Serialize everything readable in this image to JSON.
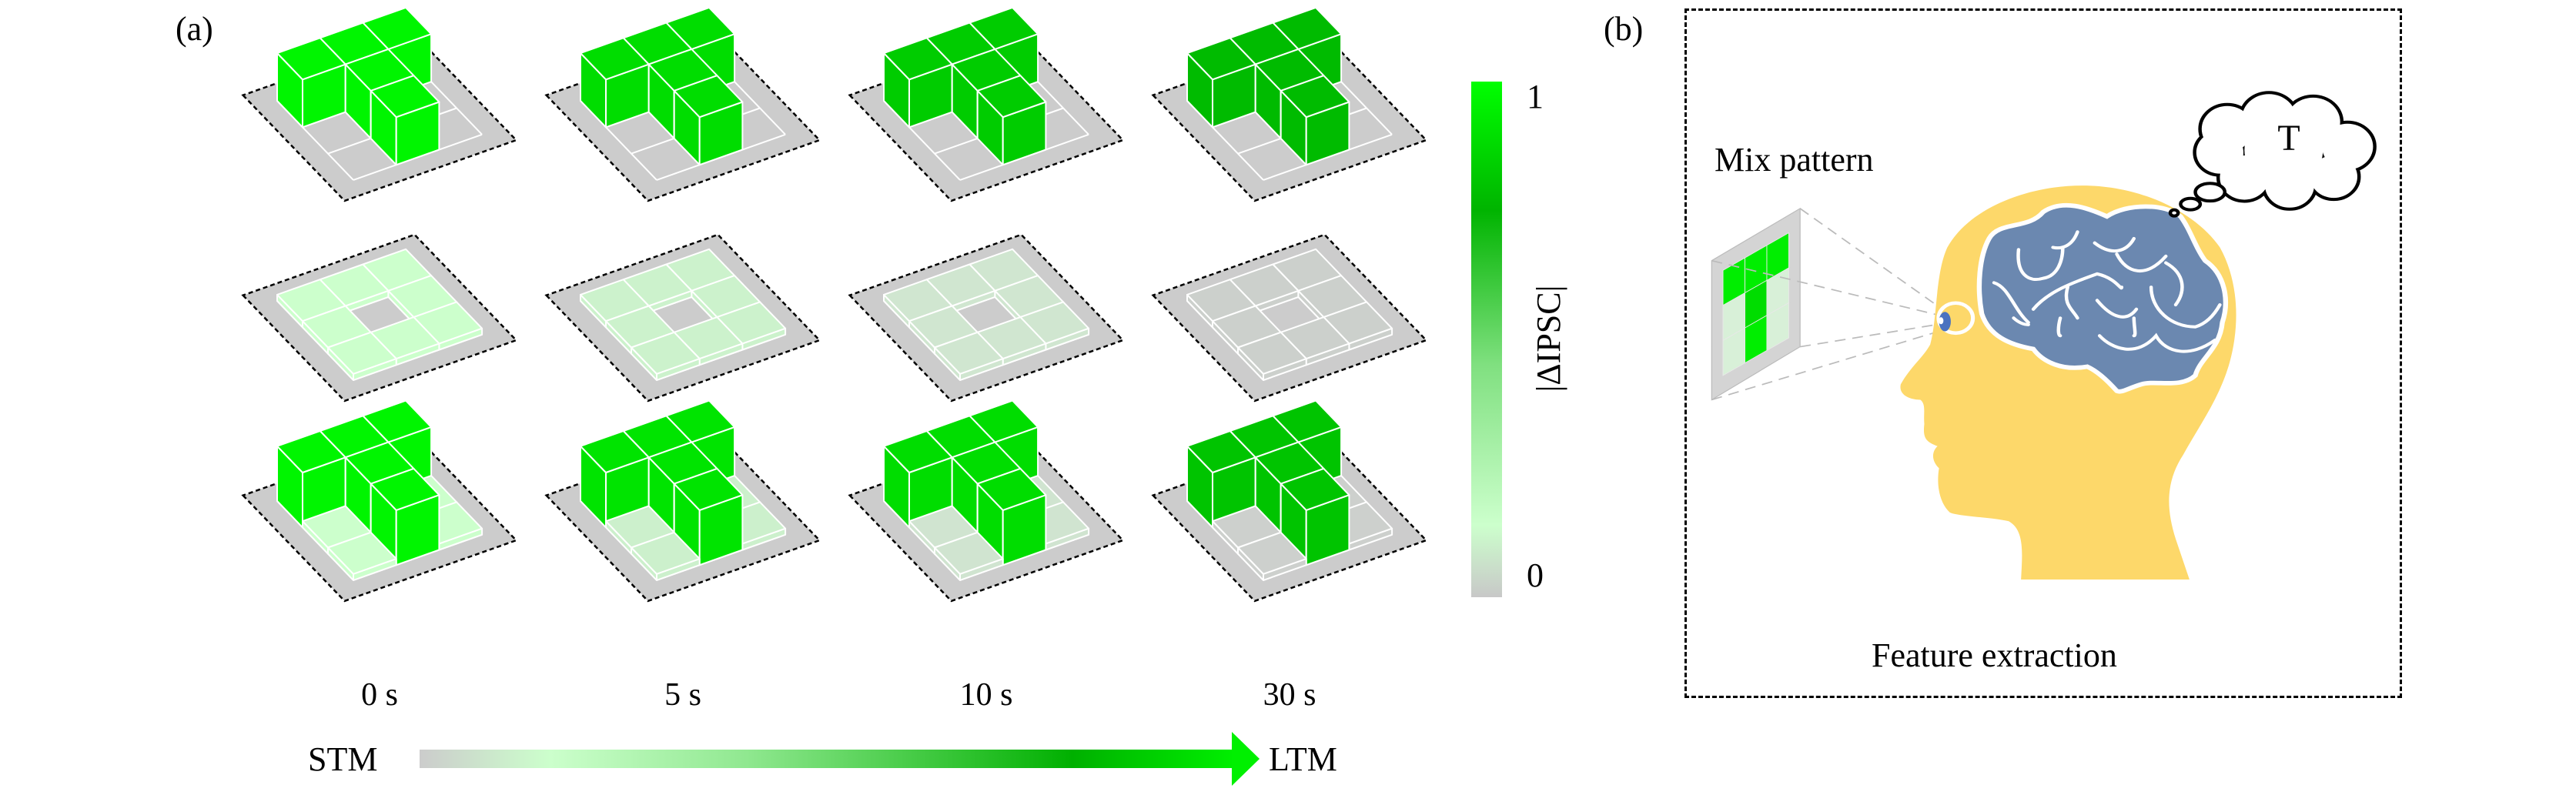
{
  "panel_a": {
    "label": "(a)",
    "times": [
      "0 s",
      "5 s",
      "10 s",
      "30 s"
    ],
    "colorbar": {
      "label": "|ΔIPSC|",
      "max": "1",
      "min": "0"
    },
    "arrow": {
      "start": "STM",
      "end": "LTM"
    },
    "pattern_cells": [
      [
        0,
        0
      ],
      [
        0,
        1
      ],
      [
        0,
        2
      ],
      [
        1,
        1
      ],
      [
        2,
        1
      ]
    ],
    "colors": {
      "plate": "#cccccc",
      "row1_cubes": [
        "#00f500",
        "#00dd00",
        "#00cc00",
        "#00bb00"
      ],
      "row2_tiles": [
        "#ccffcc",
        "#ccf2cc",
        "#d0e6d0",
        "#ccd0cc"
      ],
      "row3_cubes": [
        "#00f500",
        "#00e400",
        "#00dd00",
        "#00c400"
      ],
      "row3_tiles": [
        "#ccffcc",
        "#ccf0cc",
        "#d0e4d0",
        "#cdd0cd"
      ]
    }
  },
  "panel_b": {
    "label": "(b)",
    "input_label": "Mix pattern",
    "thought": "T",
    "caption": "Feature extraction",
    "colors": {
      "head": "#fdd86a",
      "brain": "#6b88b0",
      "eye": "#4a72c0"
    }
  }
}
